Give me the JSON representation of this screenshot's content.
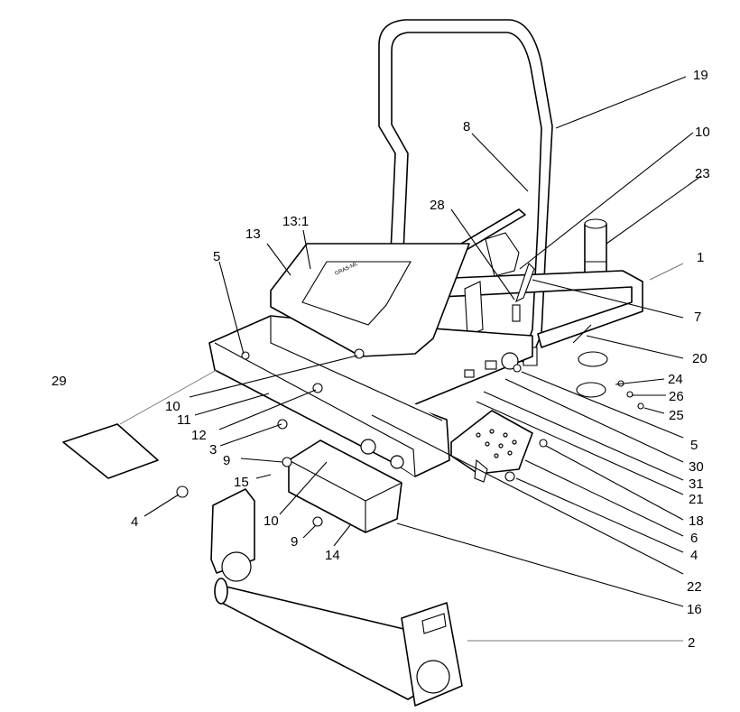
{
  "callouts": [
    {
      "id": "c19",
      "text": "19"
    },
    {
      "id": "c8",
      "text": "8"
    },
    {
      "id": "c10a",
      "text": "10"
    },
    {
      "id": "c23",
      "text": "23"
    },
    {
      "id": "c28",
      "text": "28"
    },
    {
      "id": "c13",
      "text": "13"
    },
    {
      "id": "c13_1",
      "text": "13:1"
    },
    {
      "id": "c1",
      "text": "1"
    },
    {
      "id": "c5a",
      "text": "5"
    },
    {
      "id": "c7",
      "text": "7"
    },
    {
      "id": "c20",
      "text": "20"
    },
    {
      "id": "c29",
      "text": "29"
    },
    {
      "id": "c10b",
      "text": "10"
    },
    {
      "id": "c24",
      "text": "24"
    },
    {
      "id": "c11",
      "text": "11"
    },
    {
      "id": "c26",
      "text": "26"
    },
    {
      "id": "c12",
      "text": "12"
    },
    {
      "id": "c25",
      "text": "25"
    },
    {
      "id": "c3",
      "text": "3"
    },
    {
      "id": "c5b",
      "text": "5"
    },
    {
      "id": "c9a",
      "text": "9"
    },
    {
      "id": "c30",
      "text": "30"
    },
    {
      "id": "c15",
      "text": "15"
    },
    {
      "id": "c31",
      "text": "31"
    },
    {
      "id": "c21",
      "text": "21"
    },
    {
      "id": "c4a",
      "text": "4"
    },
    {
      "id": "c10c",
      "text": "10"
    },
    {
      "id": "c18",
      "text": "18"
    },
    {
      "id": "c9b",
      "text": "9"
    },
    {
      "id": "c14",
      "text": "14"
    },
    {
      "id": "c6",
      "text": "6"
    },
    {
      "id": "c4b",
      "text": "4"
    },
    {
      "id": "c22",
      "text": "22"
    },
    {
      "id": "c16",
      "text": "16"
    },
    {
      "id": "c2",
      "text": "2"
    }
  ]
}
